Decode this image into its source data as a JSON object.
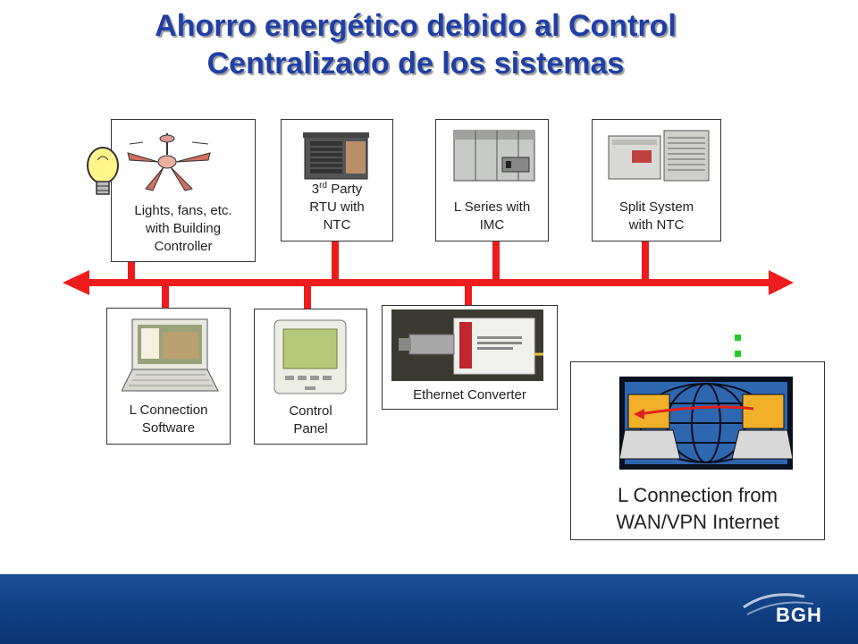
{
  "title": {
    "line1": "Ahorro energético debido al Control",
    "line2": "Centralizado de los sistemas"
  },
  "devices_top": [
    {
      "lines": [
        "Lights, fans, etc.",
        "with Building",
        "Controller"
      ]
    },
    {
      "lines": [
        "3rd Party",
        "RTU with",
        "NTC"
      ],
      "sup_base": "3",
      "sup": "rd",
      "sup_rest": " Party"
    },
    {
      "lines": [
        "L Series with",
        "IMC"
      ]
    },
    {
      "lines": [
        "Split System",
        "with NTC"
      ]
    }
  ],
  "devices_bottom": [
    {
      "lines": [
        "L Connection",
        "Software"
      ]
    },
    {
      "lines": [
        "Control",
        "Panel"
      ]
    },
    {
      "lines": [
        "Ethernet Converter"
      ]
    }
  ],
  "remote": {
    "lines": [
      "L Connection from",
      "WAN/VPN Internet"
    ]
  },
  "logo": {
    "text": "BGH"
  },
  "colors": {
    "bus": "#ee1c1c",
    "title": "#1f3fa8",
    "footer": "#0f3d80",
    "dots": "#22cc22"
  }
}
